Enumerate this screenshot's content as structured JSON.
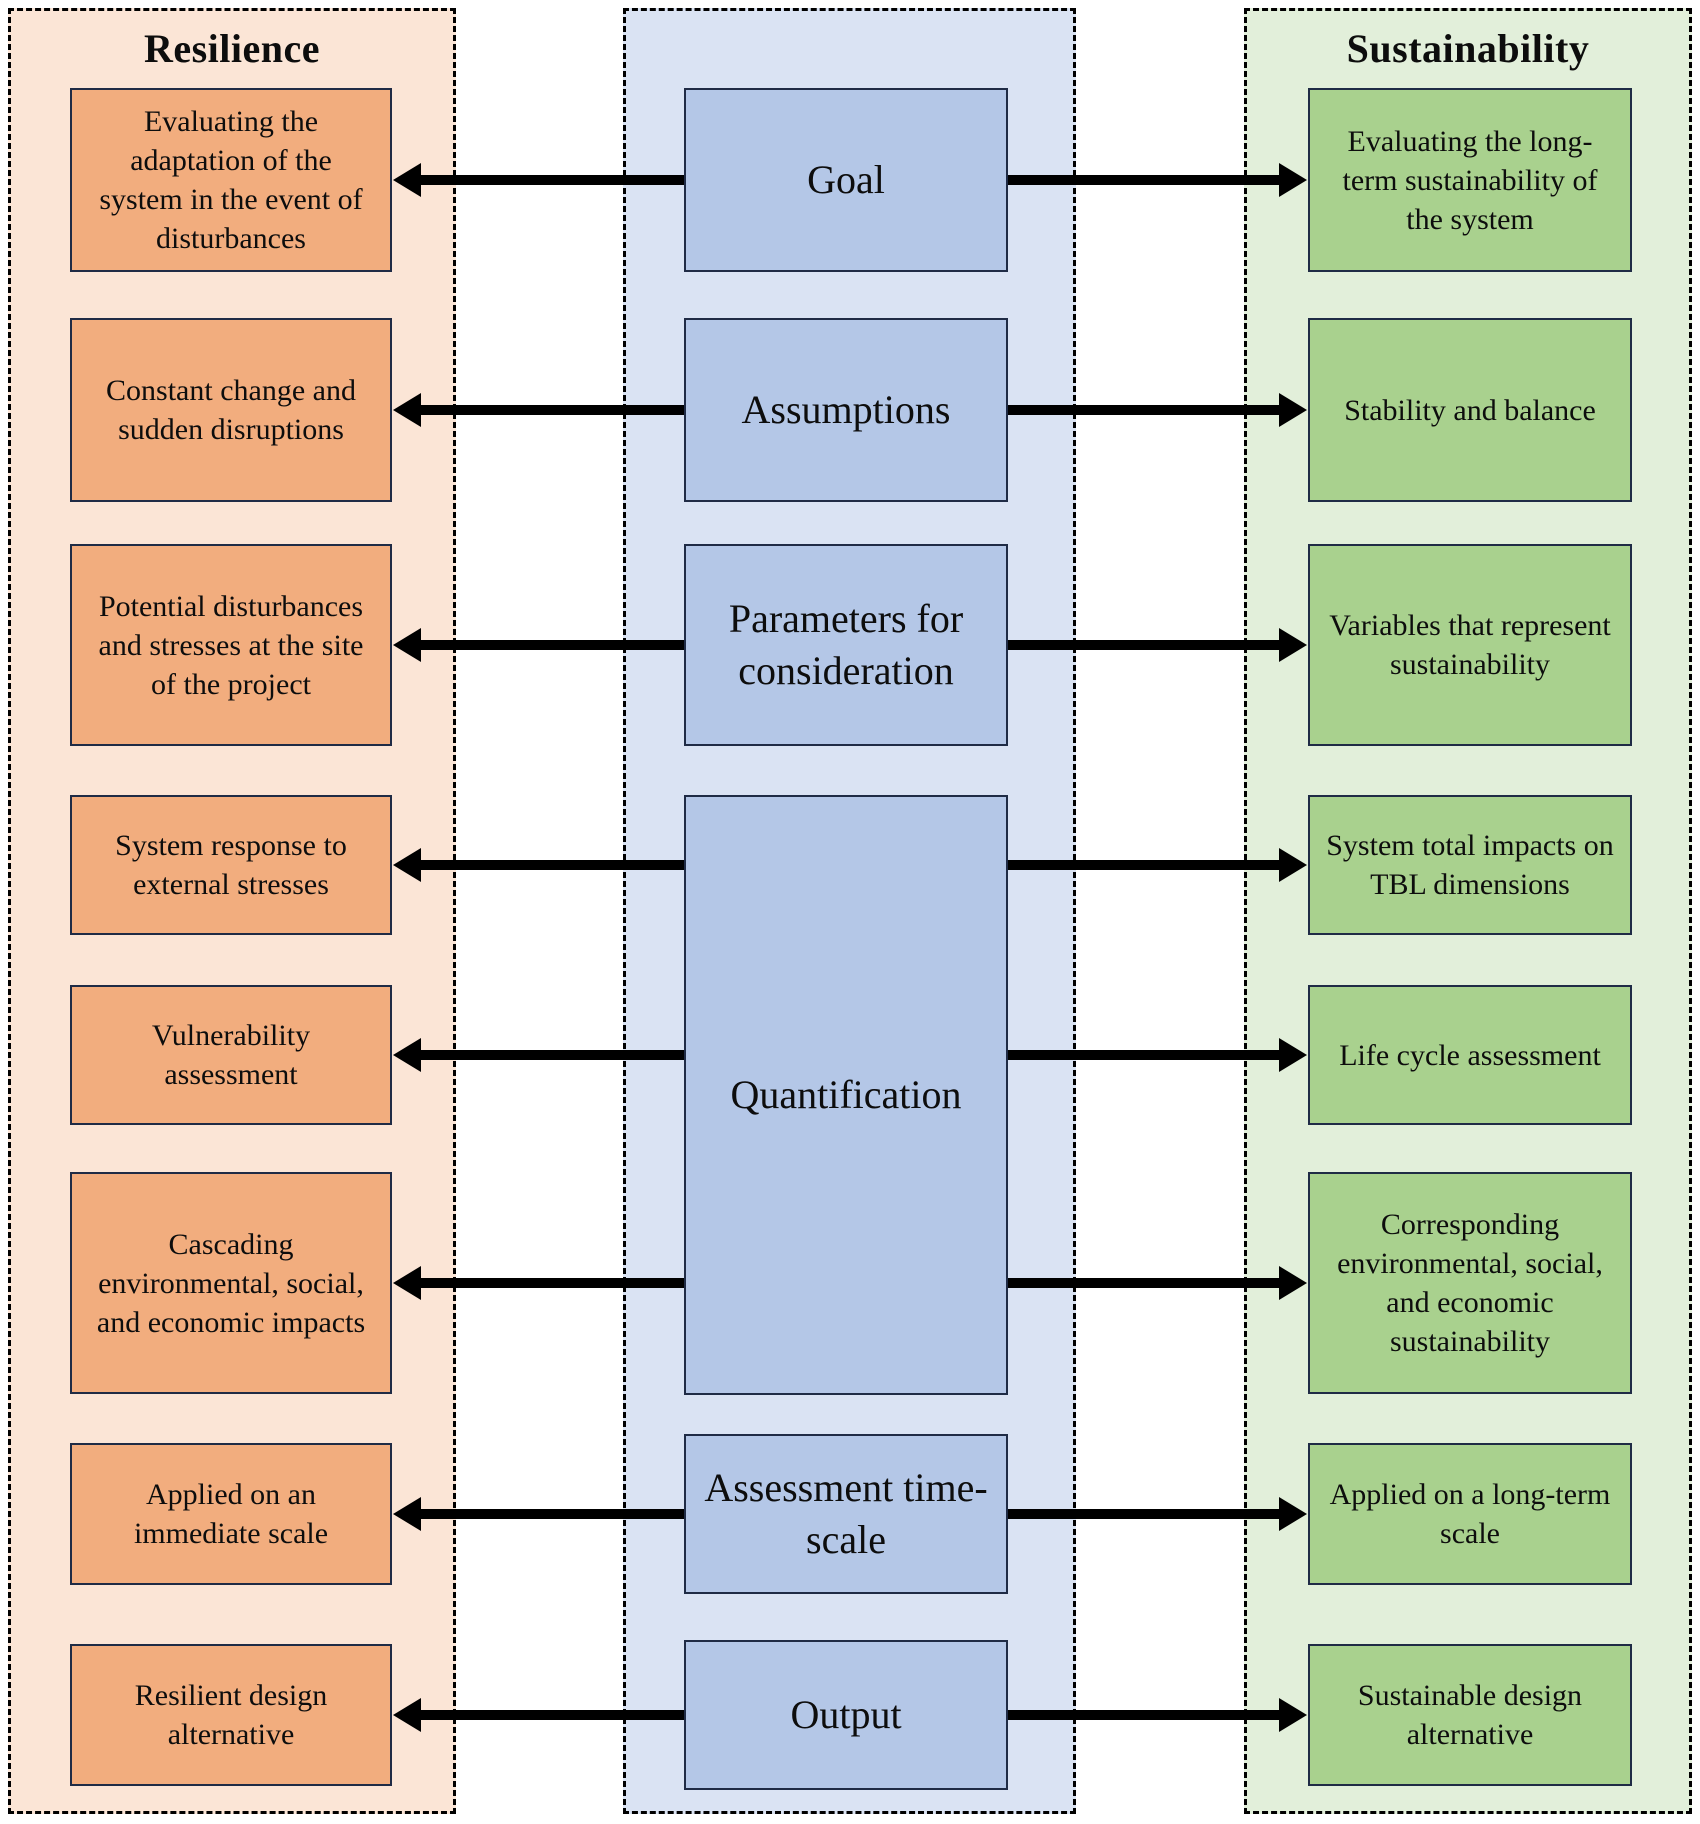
{
  "diagram": {
    "left": {
      "title": "Resilience"
    },
    "right": {
      "title": "Sustainability"
    },
    "center_items": [
      {
        "label": "Goal"
      },
      {
        "label": "Assumptions"
      },
      {
        "label": "Parameters for consideration"
      },
      {
        "label": "Quantification"
      },
      {
        "label": "Assessment time-scale"
      },
      {
        "label": "Output"
      }
    ],
    "rows": [
      {
        "left": "Evaluating the adaptation of the system in the event of disturbances",
        "right": "Evaluating the long-term sustainability of the system"
      },
      {
        "left": "Constant change and sudden disruptions",
        "right": "Stability and balance"
      },
      {
        "left": "Potential disturbances and stresses at the site of the project",
        "right": "Variables that represent sustainability"
      },
      {
        "left": "System response to external stresses",
        "right": "System total impacts on TBL dimensions"
      },
      {
        "left": "Vulnerability assessment",
        "right": "Life cycle assessment"
      },
      {
        "left": "Cascading environmental, social, and economic impacts",
        "right": "Corresponding environmental, social, and economic sustainability"
      },
      {
        "left": "Applied on an immediate scale",
        "right": "Applied on a long-term scale"
      },
      {
        "left": "Resilient design alternative",
        "right": "Sustainable design alternative"
      }
    ]
  },
  "colors": {
    "resilience_panel": "#FBE5D6",
    "resilience_box": "#F2AD7E",
    "process_panel": "#DAE3F3",
    "process_box": "#B4C7E7",
    "sustainability_panel": "#E2EFDA",
    "sustainability_box": "#A9D18E",
    "box_border": "#1F2B45",
    "panel_border": "#000000",
    "arrow": "#000000",
    "text": "#0D0D0D"
  }
}
